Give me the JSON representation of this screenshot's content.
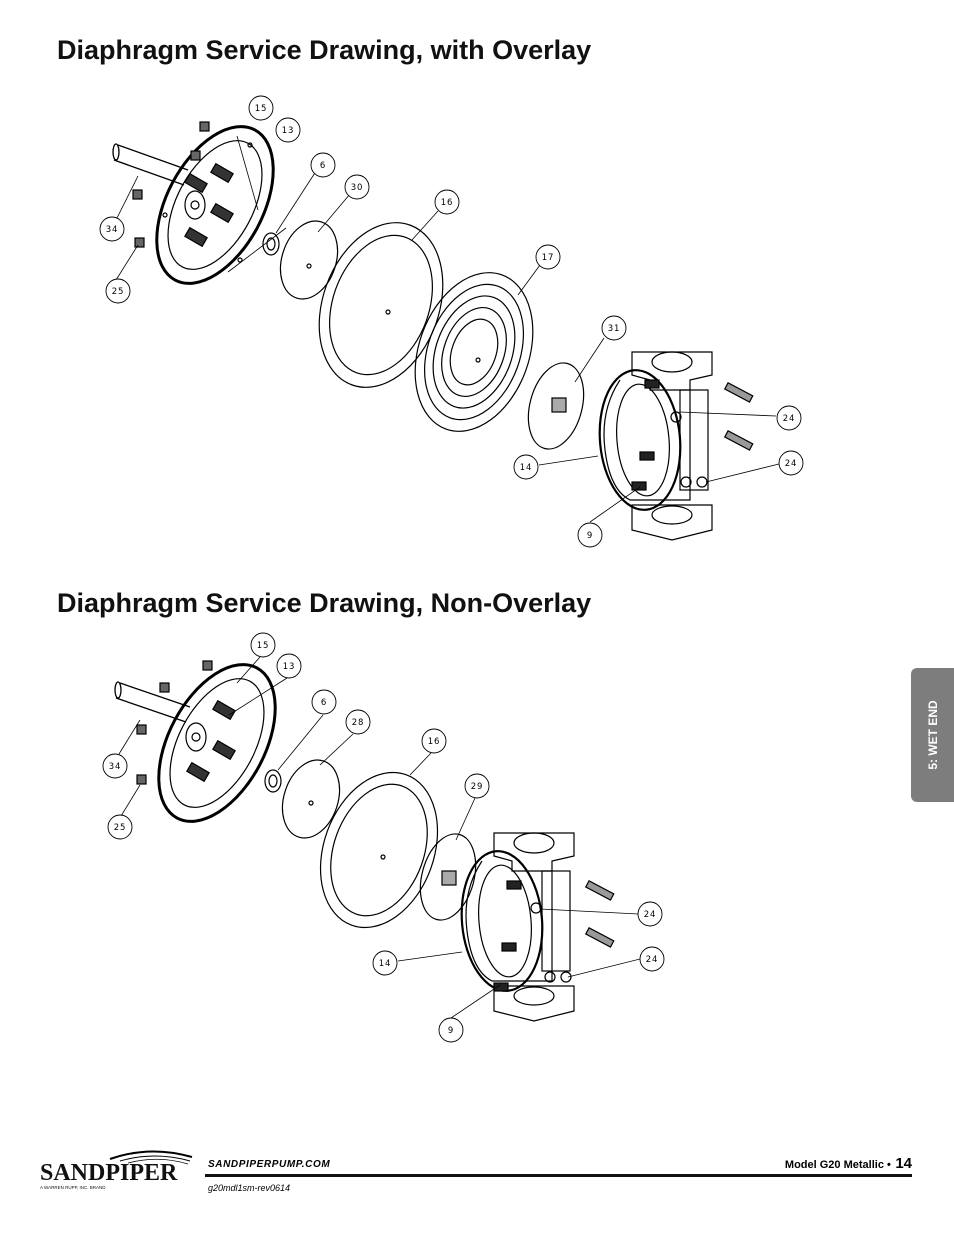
{
  "heading_overlay": "Diaphragm Service Drawing, with Overlay",
  "heading_non_overlay": "Diaphragm Service Drawing, Non-Overlay",
  "overlay_callouts": [
    "15",
    "13",
    "6",
    "30",
    "16",
    "17",
    "31",
    "34",
    "25",
    "24",
    "24",
    "14",
    "9"
  ],
  "non_overlay_callouts": [
    "15",
    "13",
    "6",
    "28",
    "16",
    "29",
    "34",
    "25",
    "24",
    "24",
    "14",
    "9"
  ],
  "side_tab": "5: WET END",
  "footer": {
    "logo_text": "SANDPIPER",
    "logo_tagline": "A WARREN RUPP, INC. BRAND",
    "website": "SANDPIPERPUMP.COM",
    "revision": "g20mdl1sm-rev0614",
    "model": "Model G20 Metallic •",
    "page": "14"
  }
}
